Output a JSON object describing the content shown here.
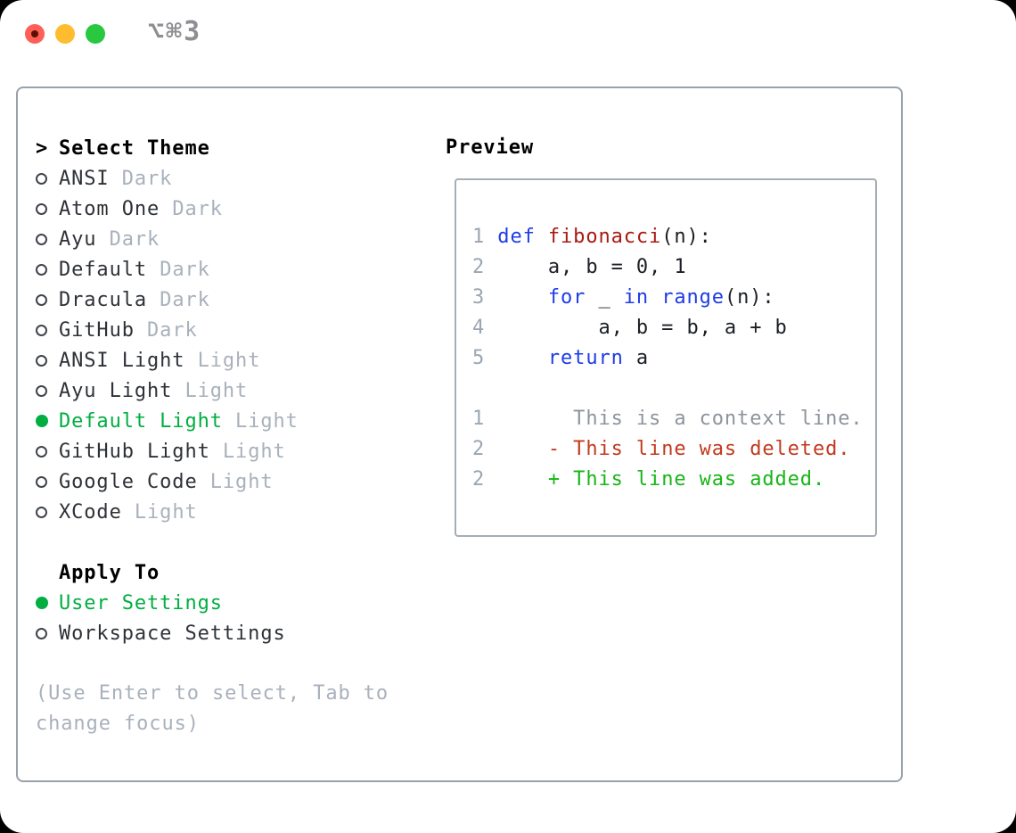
{
  "titlebar": {
    "shortcut": "⌥⌘3"
  },
  "colors": {
    "selected_green": "#00ae41",
    "keyword_blue": "#1e3ce6",
    "function_red": "#a81a13",
    "deleted_red": "#c23a1f",
    "added_green": "#16b616",
    "muted_gray": "#a9b1bc",
    "line_number_gray": "#9aa6b2",
    "context_gray": "#8d949d",
    "item_text": "#2e3237",
    "panel_border": "#99a1ab",
    "preview_border": "#a6adb7",
    "shortcut_gray": "#8e8e93",
    "traffic_red": "#ff5f57",
    "traffic_yellow": "#febc2e",
    "traffic_green": "#28c840"
  },
  "theme_selector": {
    "cursor": ">",
    "title": "Select Theme",
    "items": [
      {
        "name": "ANSI",
        "tag": "Dark",
        "selected": false
      },
      {
        "name": "Atom One",
        "tag": "Dark",
        "selected": false
      },
      {
        "name": "Ayu",
        "tag": "Dark",
        "selected": false
      },
      {
        "name": "Default",
        "tag": "Dark",
        "selected": false
      },
      {
        "name": "Dracula",
        "tag": "Dark",
        "selected": false
      },
      {
        "name": "GitHub",
        "tag": "Dark",
        "selected": false
      },
      {
        "name": "ANSI Light",
        "tag": "Light",
        "selected": false
      },
      {
        "name": "Ayu Light",
        "tag": "Light",
        "selected": false
      },
      {
        "name": "Default Light",
        "tag": "Light",
        "selected": true
      },
      {
        "name": "GitHub Light",
        "tag": "Light",
        "selected": false
      },
      {
        "name": "Google Code",
        "tag": "Light",
        "selected": false
      },
      {
        "name": "XCode",
        "tag": "Light",
        "selected": false
      }
    ]
  },
  "apply_to": {
    "title": "Apply To",
    "options": [
      {
        "name": "User Settings",
        "selected": true
      },
      {
        "name": "Workspace Settings",
        "selected": false
      }
    ]
  },
  "hint": "(Use Enter to select, Tab to change focus)",
  "preview": {
    "title": "Preview",
    "lines": [
      {
        "num": "1",
        "kind": "code",
        "tokens": [
          [
            "def",
            "kw"
          ],
          [
            " ",
            "p"
          ],
          [
            "fibonacci",
            "fn"
          ],
          [
            "(n):",
            "p"
          ]
        ]
      },
      {
        "num": "2",
        "kind": "code",
        "tokens": [
          [
            "    a, b = 0, 1",
            "p"
          ]
        ]
      },
      {
        "num": "3",
        "kind": "code",
        "tokens": [
          [
            "    ",
            "p"
          ],
          [
            "for",
            "kw"
          ],
          [
            " _ ",
            "p"
          ],
          [
            "in",
            "kw"
          ],
          [
            " ",
            "p"
          ],
          [
            "range",
            "kw"
          ],
          [
            "(n):",
            "p"
          ]
        ]
      },
      {
        "num": "4",
        "kind": "code",
        "tokens": [
          [
            "        a, b = b, a + b",
            "p"
          ]
        ]
      },
      {
        "num": "5",
        "kind": "code",
        "tokens": [
          [
            "    ",
            "p"
          ],
          [
            "return",
            "kw"
          ],
          [
            " a",
            "p"
          ]
        ]
      },
      {
        "num": "",
        "kind": "blank",
        "tokens": []
      },
      {
        "num": "1",
        "kind": "context",
        "tokens": [
          [
            "      This is a context line.",
            "ctx"
          ]
        ]
      },
      {
        "num": "2",
        "kind": "deleted",
        "tokens": [
          [
            "    ",
            "p"
          ],
          [
            "- This line was deleted.",
            "del"
          ]
        ]
      },
      {
        "num": "2",
        "kind": "added",
        "tokens": [
          [
            "    ",
            "p"
          ],
          [
            "+ This line was added.",
            "add"
          ]
        ]
      }
    ]
  }
}
